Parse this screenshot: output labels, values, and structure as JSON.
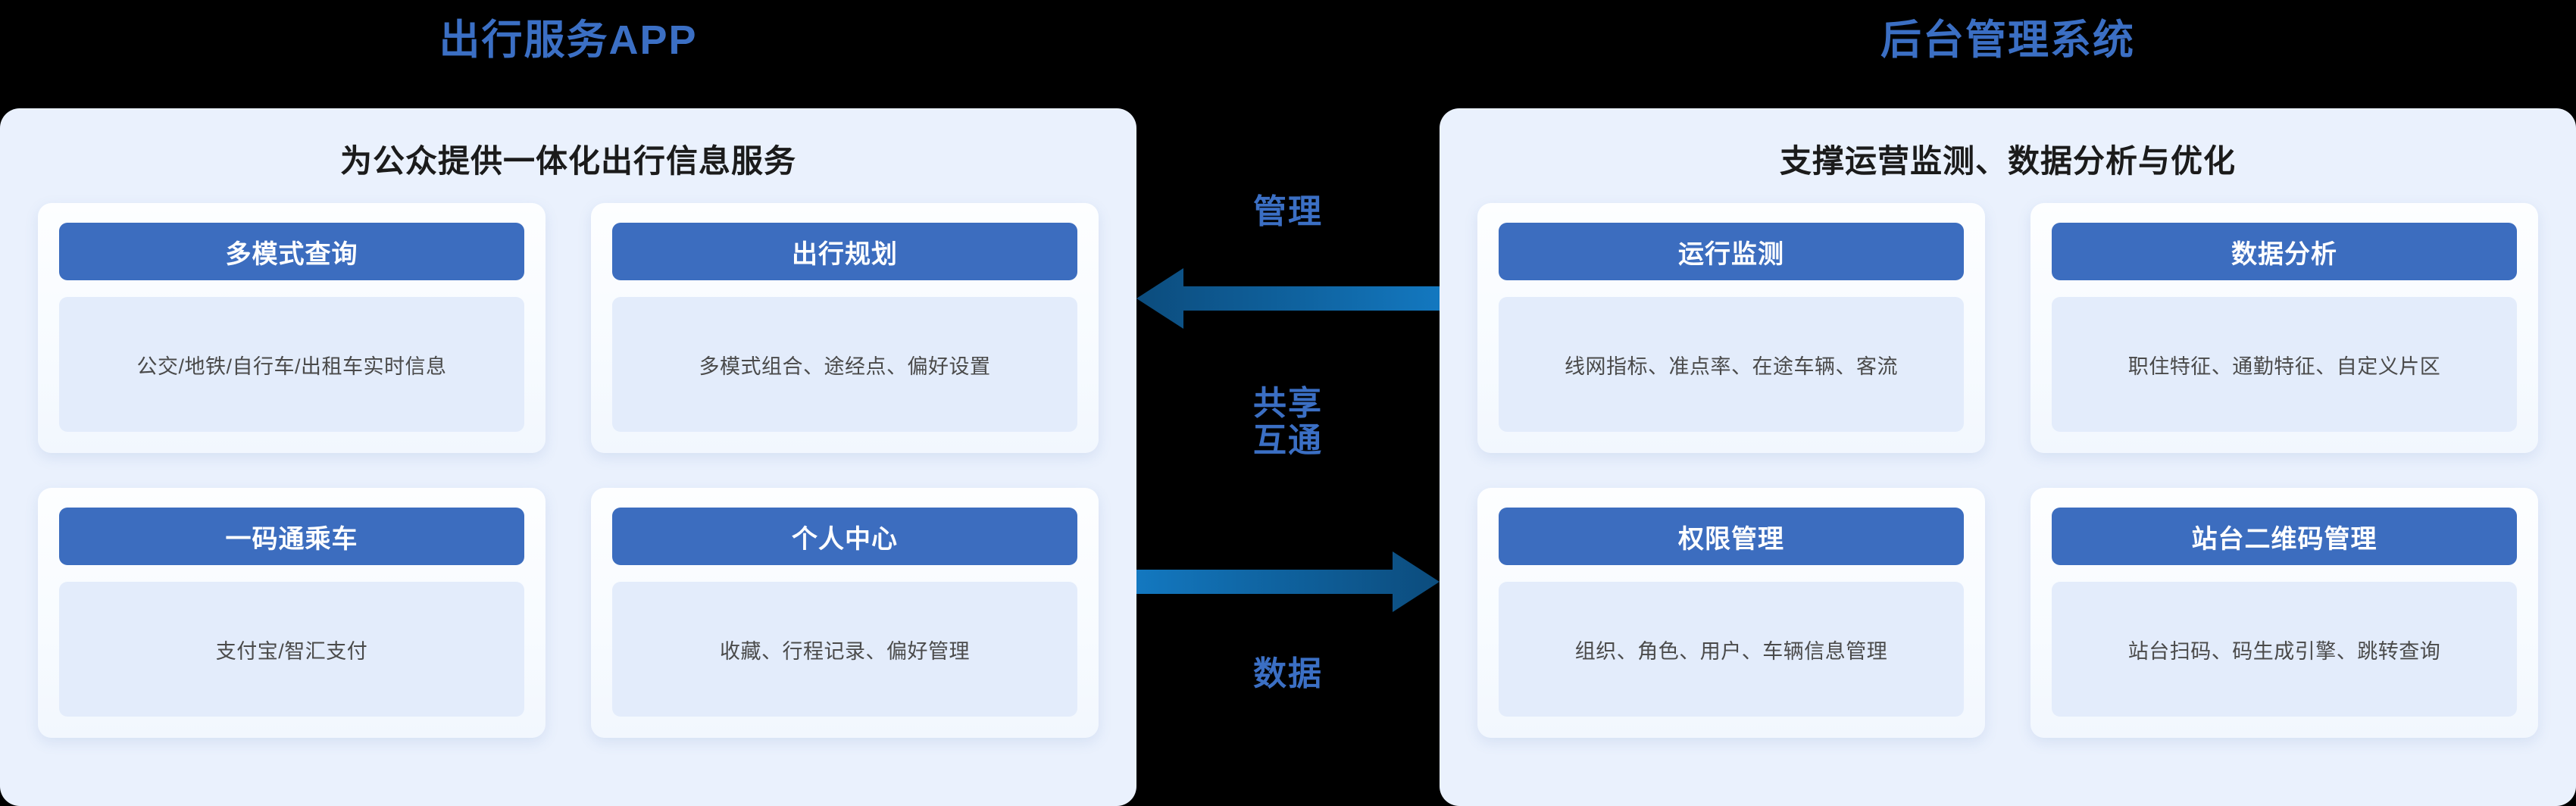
{
  "colors": {
    "background": "#000000",
    "panel_bg": "#eaf1fd",
    "title_blue": "#3b6fc4",
    "card_header_blue": "#3c6dbf",
    "card_body_bg": "#e3ecfb",
    "arrow_dark": "#0c4c7d",
    "arrow_light": "#1378c0"
  },
  "left": {
    "title": "出行服务APP",
    "subtitle": "为公众提供一体化出行信息服务",
    "cards": [
      {
        "header": "多模式查询",
        "body": "公交/地铁/自行车/出租车实时信息"
      },
      {
        "header": "出行规划",
        "body": "多模式组合、途经点、偏好设置"
      },
      {
        "header": "一码通乘车",
        "body": "支付宝/智汇支付"
      },
      {
        "header": "个人中心",
        "body": "收藏、行程记录、偏好管理"
      }
    ]
  },
  "right": {
    "title": "后台管理系统",
    "subtitle": "支撑运营监测、数据分析与优化",
    "cards": [
      {
        "header": "运行监测",
        "body": "线网指标、准点率、在途车辆、客流"
      },
      {
        "header": "数据分析",
        "body": "职住特征、通勤特征、自定义片区"
      },
      {
        "header": "权限管理",
        "body": "组织、角色、用户、车辆信息管理"
      },
      {
        "header": "站台二维码管理",
        "body": "站台扫码、码生成引擎、跳转查询"
      }
    ]
  },
  "connector": {
    "label_top": "管理",
    "label_middle_line1": "共享",
    "label_middle_line2": "互通",
    "label_bottom": "数据",
    "arrow_top_direction": "left",
    "arrow_bottom_direction": "right"
  }
}
